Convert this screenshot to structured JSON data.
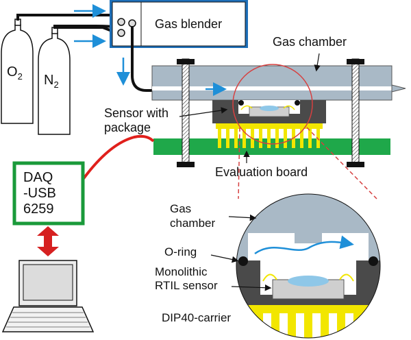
{
  "labels": {
    "gas_blender": "Gas blender",
    "gas_chamber": "Gas chamber",
    "sensor_with_package_1": "Sensor with",
    "sensor_with_package_2": "package",
    "evaluation_board": "Evaluation board",
    "daq_line1": "DAQ",
    "daq_line2": "-USB",
    "daq_line3": "6259",
    "o2_base": "O",
    "o2_sub": "2",
    "n2_base": "N",
    "n2_sub": "2",
    "zoom_gas_chamber_1": "Gas",
    "zoom_gas_chamber_2": "chamber",
    "zoom_o_ring": "O-ring",
    "zoom_sensor_1": "Monolithic",
    "zoom_sensor_2": "RTIL sensor",
    "zoom_dip": "DIP40-carrier"
  },
  "colors": {
    "flow_arrow": "#1e8fd8",
    "chamber": "#a9b9c6",
    "package": "#4a4a4a",
    "pins": "#f2e600",
    "board": "#1fa84a",
    "daq_border": "#1a9a3a",
    "cable": "#e0201c",
    "double_arrow": "#d62020",
    "zoom_circle": "#d64040",
    "blender_border": "#1e6fb8"
  }
}
